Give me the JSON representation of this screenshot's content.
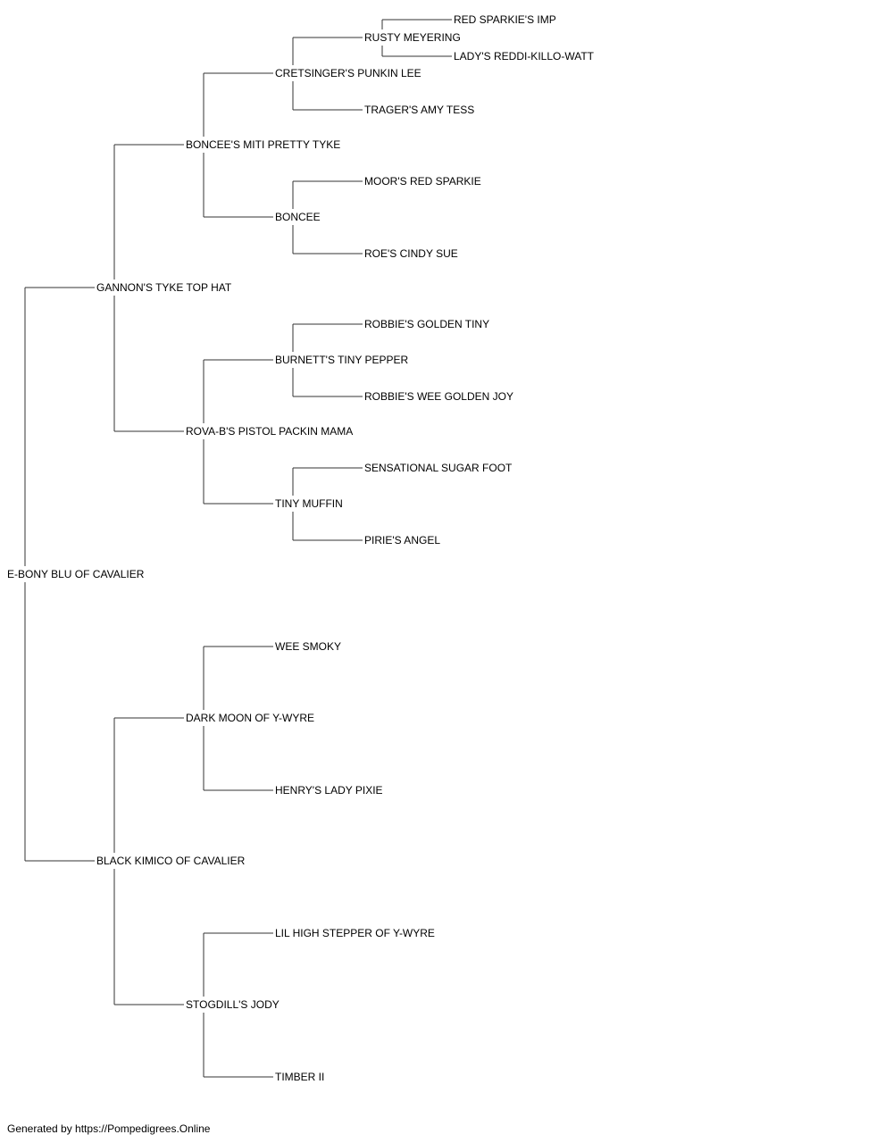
{
  "pedigree": {
    "name": "E-BONY BLU OF CAVALIER",
    "sire": {
      "name": "GANNON'S TYKE TOP HAT",
      "sire": {
        "name": "BONCEE'S MITI PRETTY TYKE",
        "sire": {
          "name": "CRETSINGER'S PUNKIN LEE",
          "sire": {
            "name": "RUSTY MEYERING",
            "sire": {
              "name": "RED SPARKIE'S IMP"
            },
            "dam": {
              "name": "LADY'S REDDI-KILLO-WATT"
            }
          },
          "dam": {
            "name": "TRAGER'S AMY TESS"
          }
        },
        "dam": {
          "name": "BONCEE",
          "sire": {
            "name": "MOOR'S RED SPARKIE"
          },
          "dam": {
            "name": "ROE'S CINDY SUE"
          }
        }
      },
      "dam": {
        "name": "ROVA-B'S PISTOL PACKIN MAMA",
        "sire": {
          "name": "BURNETT'S TINY PEPPER",
          "sire": {
            "name": "ROBBIE'S GOLDEN TINY"
          },
          "dam": {
            "name": "ROBBIE'S WEE GOLDEN JOY"
          }
        },
        "dam": {
          "name": "TINY MUFFIN",
          "sire": {
            "name": "SENSATIONAL SUGAR FOOT"
          },
          "dam": {
            "name": "PIRIE'S ANGEL"
          }
        }
      }
    },
    "dam": {
      "name": "BLACK KIMICO OF CAVALIER",
      "sire": {
        "name": "DARK MOON OF Y-WYRE",
        "sire": {
          "name": "WEE SMOKY"
        },
        "dam": {
          "name": "HENRY'S LADY PIXIE"
        }
      },
      "dam": {
        "name": "STOGDILL'S JODY",
        "sire": {
          "name": "LIL HIGH STEPPER OF Y-WYRE"
        },
        "dam": {
          "name": "TIMBER II"
        }
      }
    }
  },
  "footer": {
    "text": "Generated by https://Pompedigrees.Online"
  },
  "colors": {
    "line": "#333333",
    "text": "#000000",
    "background": "#ffffff"
  }
}
